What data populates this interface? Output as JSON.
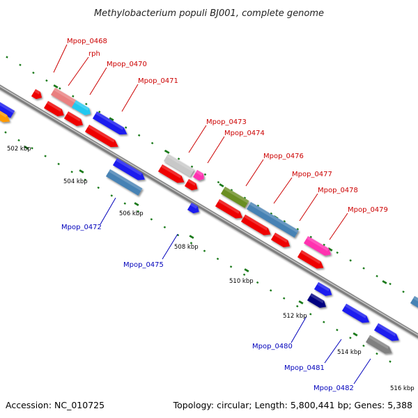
{
  "title": "Methylobacterium populi BJ001, complete genome",
  "footer": {
    "accession": "Accession: NC_010725",
    "summary": "Topology: circular; Length: 5,800,441 bp; Genes: 5,388"
  },
  "colors": {
    "forward_label": "#cc0000",
    "reverse_label": "#0000bb",
    "backbone": "#8a8a8a",
    "tick": "#1a7a1a",
    "red": "#ee0000",
    "blue": "#1a1aee",
    "navy": "#000080",
    "steel": "#4682b4",
    "salmon": "#e98080",
    "cyan": "#22c8f0",
    "pink": "#ff30b0",
    "olive": "#6b8e23",
    "lightgray": "#c8c8c8",
    "gray": "#808080",
    "orange": "#ff9900"
  },
  "scale_labels": [
    "502 kbp",
    "504 kbp",
    "506 kbp",
    "508 kbp",
    "510 kbp",
    "512 kbp",
    "514 kbp",
    "516 kbp"
  ],
  "gene_labels": {
    "forward": [
      "Mpop_0468",
      "rph",
      "Mpop_0470",
      "Mpop_0471",
      "Mpop_0473",
      "Mpop_0474",
      "Mpop_0476",
      "Mpop_0477",
      "Mpop_0478",
      "Mpop_0479"
    ],
    "reverse": [
      "Mpop_0472",
      "Mpop_0475",
      "Mpop_0480",
      "Mpop_0481",
      "Mpop_0482"
    ]
  }
}
